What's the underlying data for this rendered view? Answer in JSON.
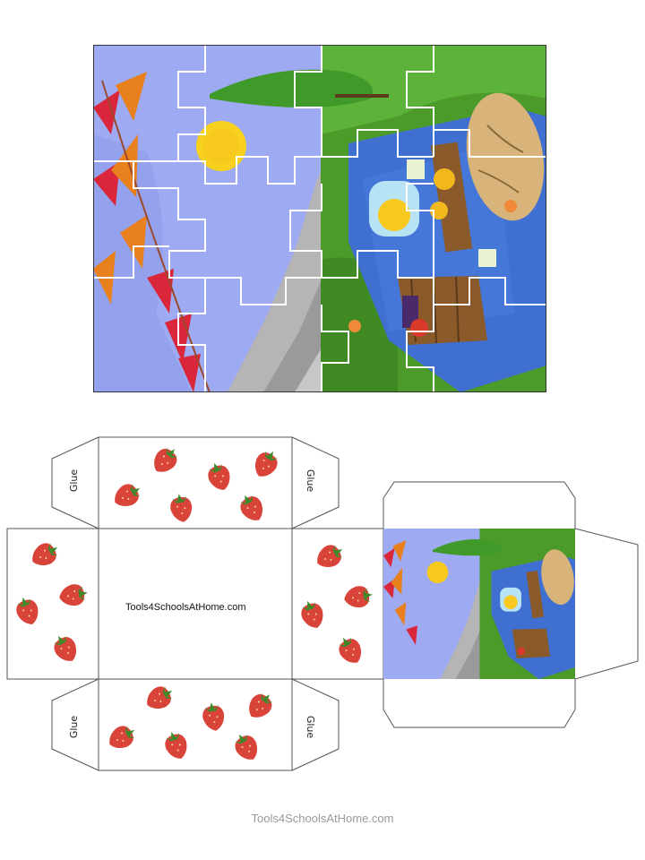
{
  "puzzle": {
    "scene": "picnic",
    "colors": {
      "sky": "#9eaaf2",
      "grass": "#4c9a2a",
      "blanket": "#3f6fd1",
      "mountain": "#a7a7a7",
      "sun": "#f7c81e",
      "cut_lines": "#ffffff"
    }
  },
  "box": {
    "center_label": "Tools4SchoolsAtHome.com",
    "flaps": [
      {
        "label": "Glue"
      },
      {
        "label": "Glue"
      },
      {
        "label": "Glue"
      },
      {
        "label": "Glue"
      }
    ],
    "decoration": "strawberry-icon",
    "outline_color": "#555555"
  },
  "footer": {
    "text": "Tools4SchoolsAtHome.com"
  }
}
